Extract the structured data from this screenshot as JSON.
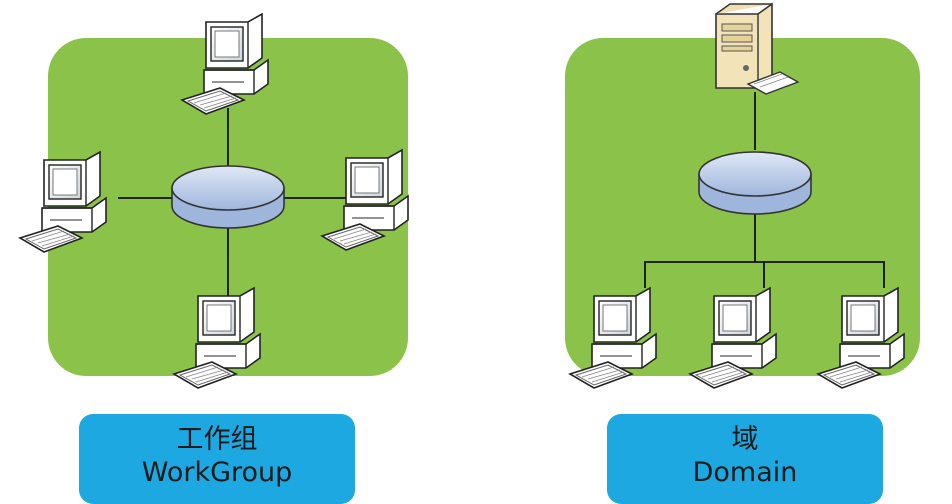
{
  "workgroup": {
    "label_cn": "工作组",
    "label_en": "WorkGroup"
  },
  "domain": {
    "label_cn": "域",
    "label_en": "Domain"
  },
  "colors": {
    "panel_green": "#8bc34a",
    "label_blue": "#1ea8e2",
    "hub_blue": "#b5c9e8",
    "server_beige": "#f2e3b8"
  },
  "icons": [
    "desktop-computer-icon",
    "keyboard-icon",
    "server-tower-icon",
    "network-hub-icon"
  ]
}
